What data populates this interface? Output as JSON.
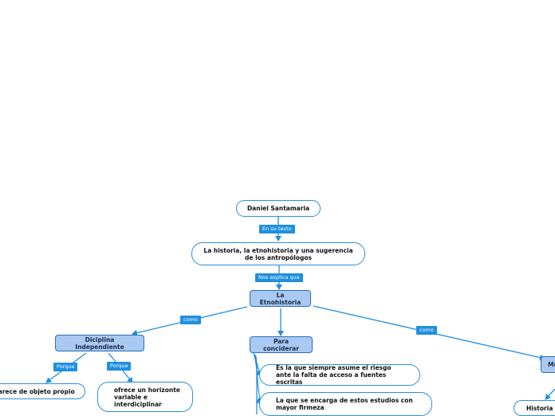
{
  "map": {
    "root": "Daniel Santamaria",
    "title_node": "La historia, la etnohistoria y una sugerencia\nde los antropólogos",
    "central": "La Etnohistoria",
    "left_branch": "Diciplina Independiente",
    "middle_branch": "Para conciderar",
    "right_branch": "Me",
    "left_child_1": "carece de objeto propio",
    "left_child_2": "ofrece un horizonte\nvariable e\ninterdiciplinar",
    "middle_child_1": "Es la que siempre asume el riesgo\nante la falta de acceso a fuentes escritas",
    "middle_child_2": "La que se encarga de estos estudios con\nmayor firmeza",
    "right_child_1": "Historia"
  },
  "labels": {
    "en_su_texto": "En su texto",
    "nos_explica": "Nos explica que",
    "como_left": "como",
    "como_right": "como",
    "porque_1": "Porque",
    "porque_2": "Porque"
  },
  "colors": {
    "link": "#1f8fe0",
    "node_border": "#2a8fd8",
    "highlight_fill": "#a9c8f2"
  }
}
